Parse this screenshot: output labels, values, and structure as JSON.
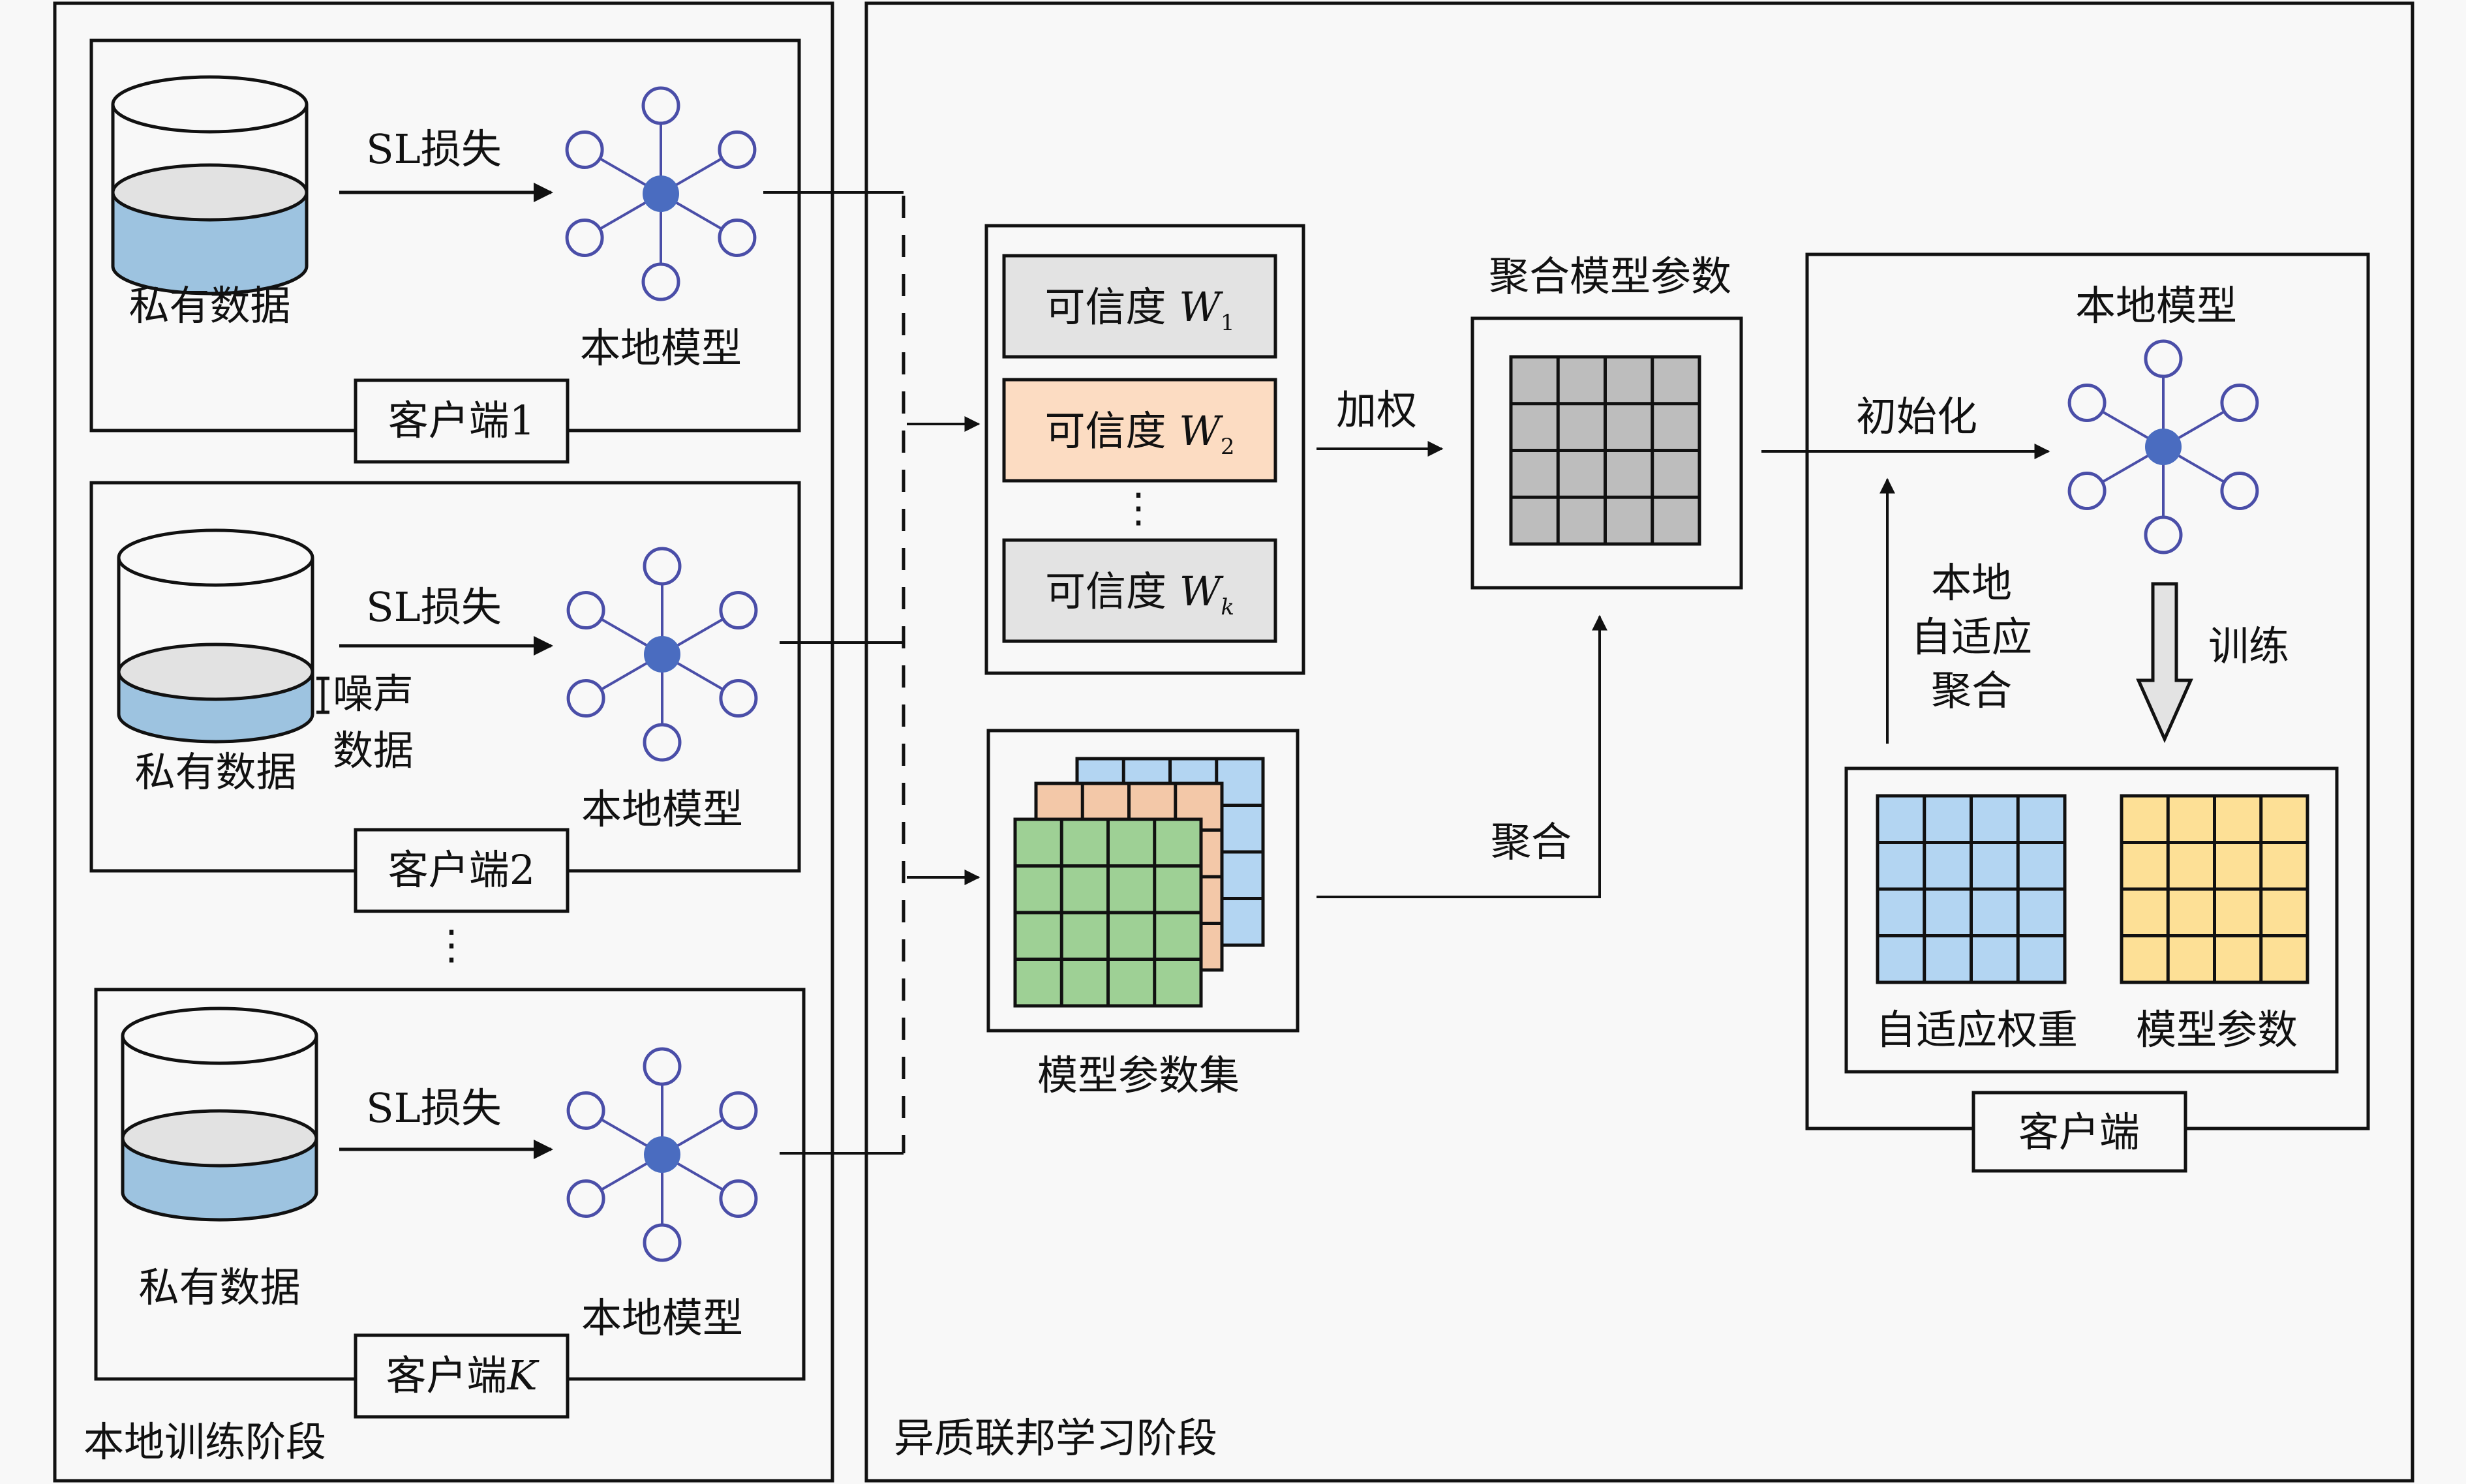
{
  "local_stage": {
    "title": "本地训练阶段",
    "clients": [
      {
        "label": "客户端1",
        "label_base": "客户端",
        "label_suffix": "1",
        "suffix_italic": false,
        "data_label": "私有数据",
        "loss_label": "SL损失",
        "model_label": "本地模型",
        "has_noise": false
      },
      {
        "label": "客户端2",
        "label_base": "客户端",
        "label_suffix": "2",
        "suffix_italic": false,
        "data_label": "私有数据",
        "loss_label": "SL损失",
        "model_label": "本地模型",
        "has_noise": true,
        "noise_label_line1": "噪声",
        "noise_label_line2": "数据"
      },
      {
        "label": "客户端K",
        "label_base": "客户端",
        "label_suffix": "K",
        "suffix_italic": true,
        "data_label": "私有数据",
        "loss_label": "SL损失",
        "model_label": "本地模型",
        "has_noise": false
      }
    ],
    "ellipsis": "⋮"
  },
  "federated_stage": {
    "title": "异质联邦学习阶段",
    "credibility": {
      "prefix": "可信度",
      "items": [
        {
          "var": "W",
          "sub": "1",
          "highlight": false
        },
        {
          "var": "W",
          "sub": "2",
          "highlight": true
        },
        {
          "var": "W",
          "sub": "k",
          "highlight": false
        }
      ],
      "ellipsis": "⋮"
    },
    "weighting_label": "加权",
    "aggregated_params_label": "聚合模型参数",
    "param_set_label": "模型参数集",
    "aggregate_label": "聚合",
    "client_panel": {
      "label": "客户端",
      "model_label": "本地模型",
      "init_label": "初始化",
      "local_adaptive_line1": "本地",
      "local_adaptive_line2": "自适应",
      "local_adaptive_line3": "聚合",
      "train_label": "训练",
      "adaptive_weights_label": "自适应权重",
      "model_params_label": "模型参数"
    }
  },
  "colors": {
    "background": "#f8f8f8",
    "stroke": "#111111",
    "network_stroke": "#4a4ea8",
    "network_hub": "#4a6cc0",
    "data_fill": "#9dc3e0",
    "data_top": "#e2e2e2",
    "credibility_gray": "#e3e3e3",
    "credibility_highlight": "#fcdcc2",
    "agg_grid": "#bdbdbd",
    "grid_blue": "#b3d5f2",
    "grid_orange": "#f3c8a8",
    "grid_green": "#9ed095",
    "grid_yellow": "#fde096",
    "train_arrow": "#e3e3e3"
  }
}
